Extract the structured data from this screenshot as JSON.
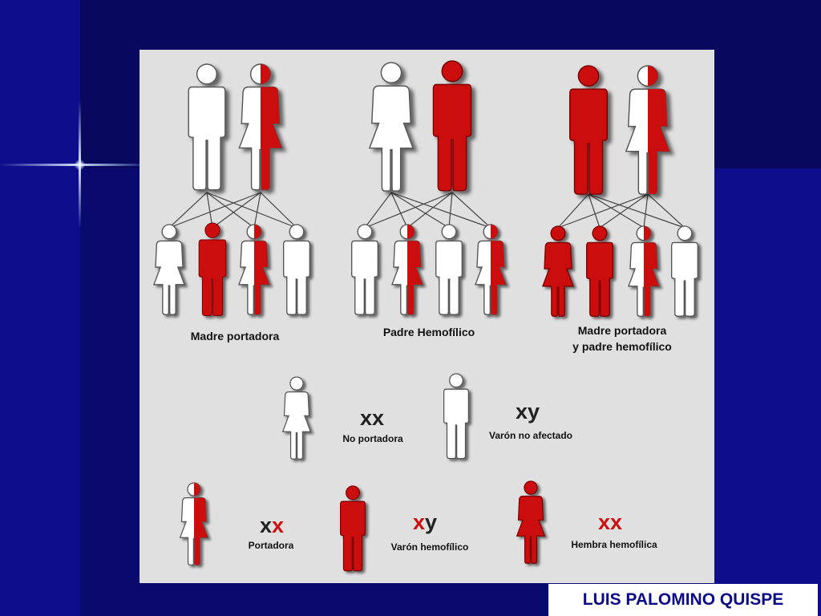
{
  "groups": [
    {
      "caption": [
        "Madre portadora"
      ]
    },
    {
      "caption": [
        "Padre Hemofílico"
      ]
    },
    {
      "caption": [
        "Madre portadora",
        "y padre hemofílico"
      ]
    }
  ],
  "legend": [
    {
      "genotype_chars": [
        {
          "c": "x",
          "red": false
        },
        {
          "c": "x",
          "red": false
        }
      ],
      "label": "No portadora"
    },
    {
      "genotype_chars": [
        {
          "c": "x",
          "red": false
        },
        {
          "c": "y",
          "red": false
        }
      ],
      "label": "Varón no afectado"
    },
    {
      "genotype_chars": [
        {
          "c": "x",
          "red": false
        },
        {
          "c": "x",
          "red": true
        }
      ],
      "label": "Portadora"
    },
    {
      "genotype_chars": [
        {
          "c": "x",
          "red": true
        },
        {
          "c": "y",
          "red": false
        }
      ],
      "label": "Varón hemofílico"
    },
    {
      "genotype_chars": [
        {
          "c": "x",
          "red": true
        },
        {
          "c": "x",
          "red": true
        }
      ],
      "label": "Hembra hemofílica"
    }
  ],
  "footer": {
    "author": "LUIS PALOMINO QUISPE"
  },
  "colors": {
    "affected": "#cc1111",
    "unaffected": "#ffffff",
    "panel": "#e0e0e0",
    "background": "#0a0a6e"
  }
}
